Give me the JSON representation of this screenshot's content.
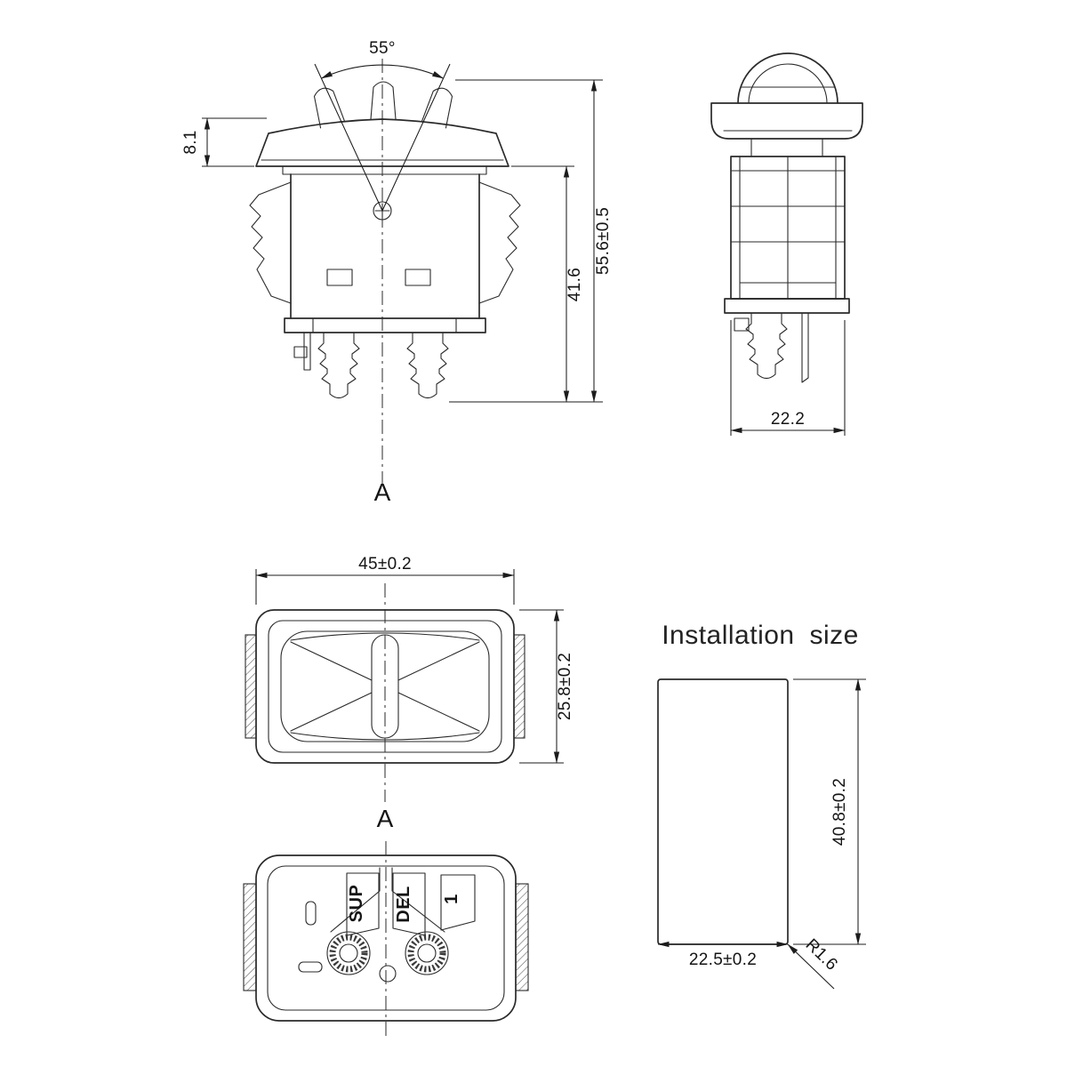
{
  "drawing": {
    "front": {
      "angle": "55°",
      "cap_height": "8.1",
      "body_height": "41.6",
      "total_height": "55.6±0.5",
      "section": "A"
    },
    "side": {
      "width": "22.2"
    },
    "top": {
      "width": "45±0.2",
      "depth": "25.8±0.2",
      "section": "A"
    },
    "bottom": {
      "terminal_sup": "SUP",
      "terminal_del": "DEL",
      "terminal_one": "1"
    },
    "install": {
      "title": "Installation size",
      "height": "40.8±0.2",
      "width": "22.5±0.2",
      "corner_radius": "R1.6"
    }
  },
  "colors": {
    "background": "#ffffff",
    "line": "#2a2a2a",
    "dim_line": "#1c1c1c"
  }
}
